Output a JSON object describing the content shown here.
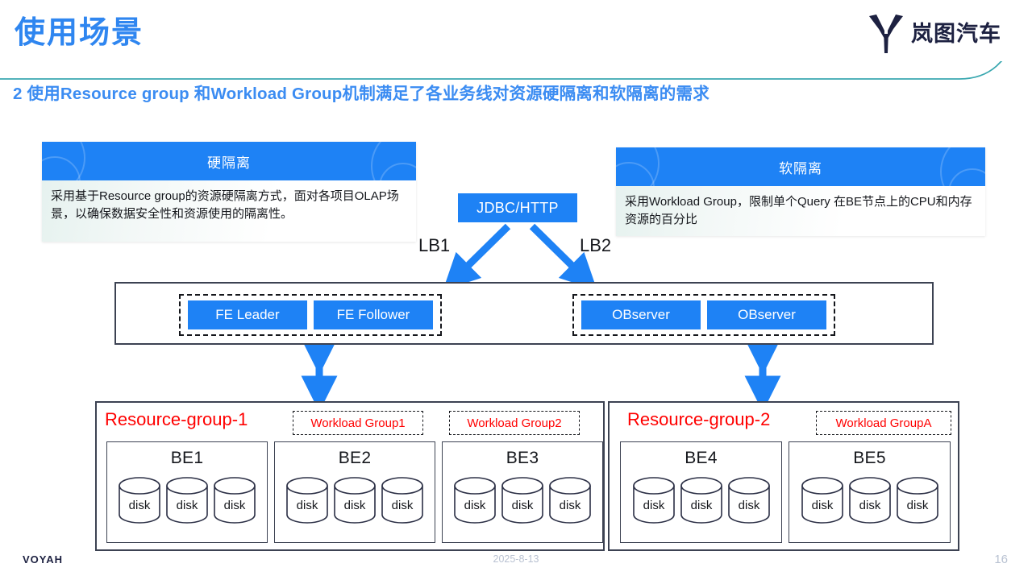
{
  "header": {
    "title": "使用场景",
    "subtitle": "2 使用Resource group 和Workload Group机制满足了各业务线对资源硬隔离和软隔离的需求",
    "brand_name": "岚图汽车",
    "title_color": "#2f86f0",
    "subtitle_color": "#3b8cf2",
    "brand_color": "#1d2141",
    "divider_color": "#3aa8b0"
  },
  "cards": {
    "hard": {
      "heading": "硬隔离",
      "body": "采用基于Resource group的资源硬隔离方式，面对各项目OLAP场景，以确保数据安全性和资源使用的隔离性。"
    },
    "soft": {
      "heading": "软隔离",
      "body": "采用Workload Group，限制单个Query 在BE节点上的CPU和内存资源的百分比"
    }
  },
  "diagram": {
    "entry_box": "JDBC/HTTP",
    "lb_left": "LB1",
    "lb_right": "LB2",
    "accent_blue": "#1e82f5",
    "outline_color": "#3c4252",
    "fe_group": {
      "nodes": [
        "FE Leader",
        "FE Follower"
      ]
    },
    "observer_group": {
      "nodes": [
        "OBserver",
        "OBserver"
      ]
    },
    "resource_groups": [
      {
        "title": "Resource-group-1",
        "title_color": "#ff0000",
        "workload_groups": [
          "Workload Group1",
          "Workload Group2"
        ],
        "backends": [
          {
            "label": "BE1",
            "disks": [
              "disk",
              "disk",
              "disk"
            ]
          },
          {
            "label": "BE2",
            "disks": [
              "disk",
              "disk",
              "disk"
            ]
          },
          {
            "label": "BE3",
            "disks": [
              "disk",
              "disk",
              "disk"
            ]
          }
        ]
      },
      {
        "title": "Resource-group-2",
        "title_color": "#ff0000",
        "workload_groups": [
          "Workload GroupA"
        ],
        "backends": [
          {
            "label": "BE4",
            "disks": [
              "disk",
              "disk",
              "disk"
            ]
          },
          {
            "label": "BE5",
            "disks": [
              "disk",
              "disk",
              "disk"
            ]
          }
        ]
      }
    ]
  },
  "footer": {
    "logo_text": "VOYAH",
    "date": "2025-8-13",
    "page_number": "16"
  }
}
